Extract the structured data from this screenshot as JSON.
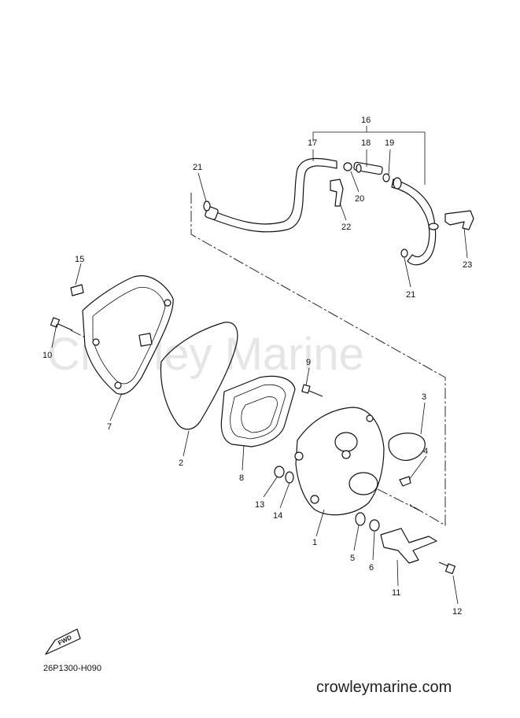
{
  "watermark": "Crowley Marine",
  "diagram_code": "26P1300-H090",
  "site_url": "crowleymarine.com",
  "fwd_label": "FWD",
  "part_numbers": {
    "p1": "1",
    "p2": "2",
    "p3": "3",
    "p4": "4",
    "p5": "5",
    "p6": "6",
    "p7": "7",
    "p8": "8",
    "p9": "9",
    "p10": "10",
    "p11": "11",
    "p12": "12",
    "p13": "13",
    "p14": "14",
    "p15": "15",
    "p16": "16",
    "p17": "17",
    "p18": "18",
    "p19": "19",
    "p20": "20",
    "p21a": "21",
    "p21b": "21",
    "p22": "22",
    "p23": "23"
  }
}
